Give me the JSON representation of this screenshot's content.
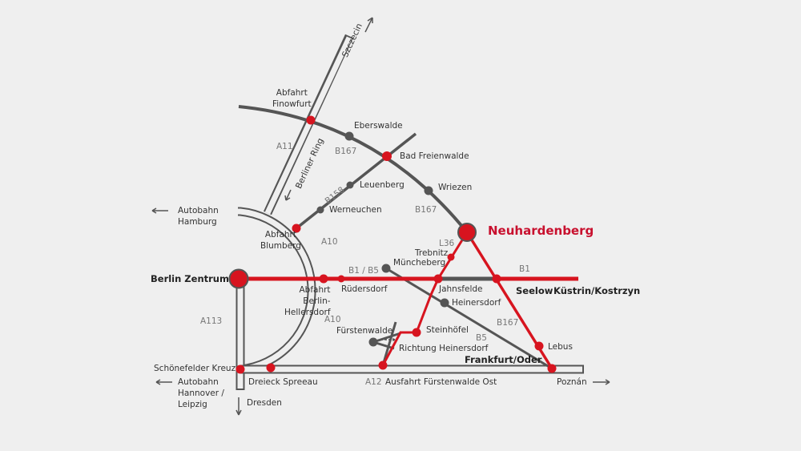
{
  "colors": {
    "accent": "#d7141f",
    "road": "#555555",
    "background": "#efefef"
  },
  "places": {
    "neuhardenberg": "Neuhardenberg",
    "berlin_zentrum": "Berlin Zentrum",
    "finowfurt": [
      "Abfahrt",
      "Finowfurt"
    ],
    "eberswalde": "Eberswalde",
    "bad_freienwalde": "Bad Freienwalde",
    "leuenberg": "Leuenberg",
    "wriezen": "Wriezen",
    "werneuchen": "Werneuchen",
    "blumberg": [
      "Abfahrt",
      "Blumberg"
    ],
    "hellersdorf": [
      "Abfahrt",
      "Berlin-",
      "Hellersdorf"
    ],
    "ruedersdorf": "Rüdersdorf",
    "trebnitz": "Trebnitz",
    "muencheberg": "Müncheberg",
    "jahnsfelde": "Jahnsfelde",
    "heinersdorf": "Heinersdorf",
    "seelow": "Seelow",
    "kuestrin": "Küstrin/Kostrzyn",
    "fuerstenwalde": "Fürstenwalde",
    "steinhoefel": "Steinhöfel",
    "richtung_heinersdorf": "Richtung Heinersdorf",
    "lebus": "Lebus",
    "frankfurt": "Frankfurt/Oder",
    "schoenefelder_kreuz": "Schönefelder Kreuz",
    "dreieck_spreeau": "Dreieck Spreeau",
    "ausfahrt_fuerstenwalde": "Ausfahrt Fürstenwalde Ost",
    "poznan": "Poznán",
    "dresden": "Dresden",
    "szczecin": "Szczecin",
    "berliner_ring": "Berliner Ring",
    "autobahn_hamburg": [
      "Autobahn",
      "Hamburg"
    ],
    "autobahn_hannover": [
      "Autobahn",
      "Hannover /",
      "Leipzig"
    ]
  },
  "roads": {
    "a11": "A11",
    "b167_1": "B167",
    "b158": "B158",
    "b167_2": "B167",
    "a10_1": "A10",
    "a10_2": "A10",
    "l36": "L36",
    "b1b5": "B1 / B5",
    "b1": "B1",
    "a113": "A113",
    "b167_3": "B167",
    "b5": "B5",
    "a12": "A12"
  }
}
